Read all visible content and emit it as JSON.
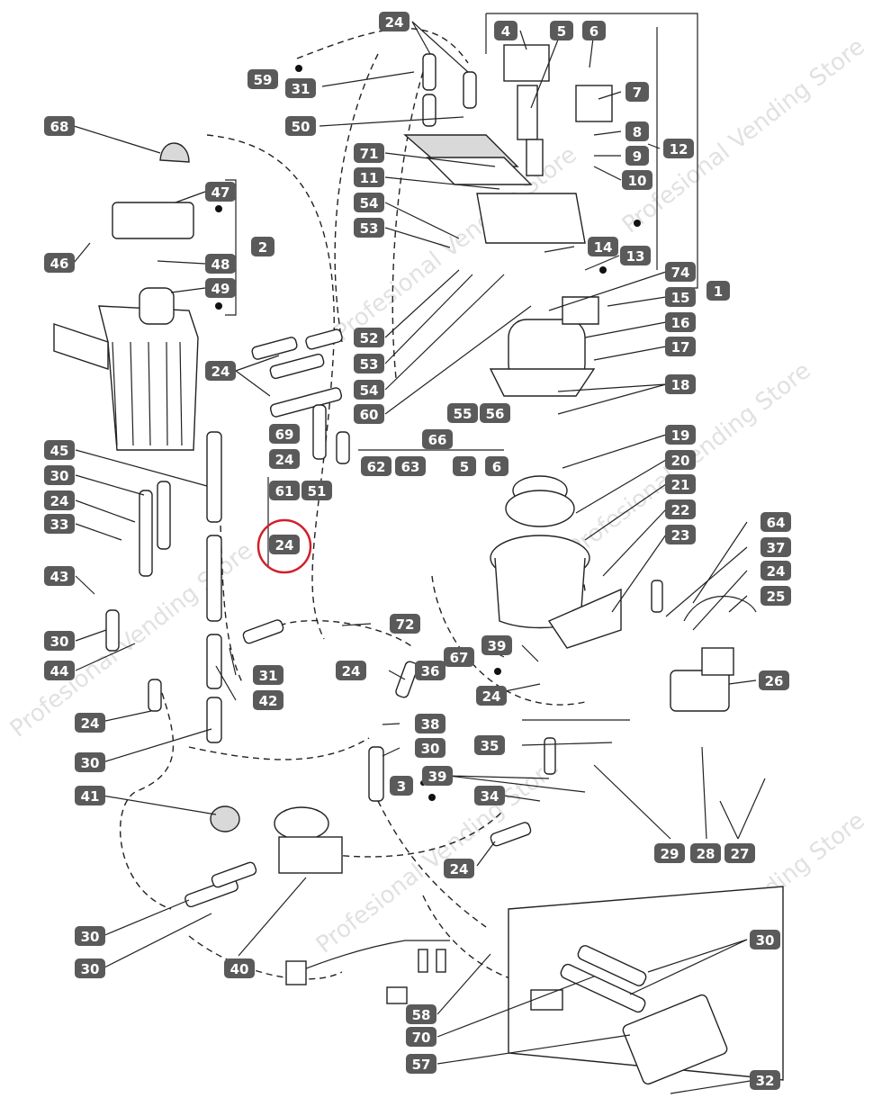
{
  "diagram": {
    "watermark": "Profesional Vending Store",
    "highlight_color": "#d0202a",
    "callouts": [
      {
        "label": "24"
      },
      {
        "label": "4"
      },
      {
        "label": "5"
      },
      {
        "label": "6"
      },
      {
        "label": "59"
      },
      {
        "label": "31"
      },
      {
        "label": "7"
      },
      {
        "label": "50"
      },
      {
        "label": "68"
      },
      {
        "label": "8"
      },
      {
        "label": "9"
      },
      {
        "label": "12"
      },
      {
        "label": "71"
      },
      {
        "label": "11"
      },
      {
        "label": "10"
      },
      {
        "label": "47"
      },
      {
        "label": "54"
      },
      {
        "label": "53"
      },
      {
        "label": "2"
      },
      {
        "label": "14"
      },
      {
        "label": "13"
      },
      {
        "label": "46"
      },
      {
        "label": "48"
      },
      {
        "label": "74"
      },
      {
        "label": "49"
      },
      {
        "label": "15"
      },
      {
        "label": "1"
      },
      {
        "label": "16"
      },
      {
        "label": "52"
      },
      {
        "label": "17"
      },
      {
        "label": "24"
      },
      {
        "label": "53"
      },
      {
        "label": "54"
      },
      {
        "label": "18"
      },
      {
        "label": "55"
      },
      {
        "label": "56"
      },
      {
        "label": "60"
      },
      {
        "label": "69"
      },
      {
        "label": "66"
      },
      {
        "label": "19"
      },
      {
        "label": "45"
      },
      {
        "label": "24"
      },
      {
        "label": "62"
      },
      {
        "label": "63"
      },
      {
        "label": "5"
      },
      {
        "label": "6"
      },
      {
        "label": "20"
      },
      {
        "label": "30"
      },
      {
        "label": "61"
      },
      {
        "label": "51"
      },
      {
        "label": "21"
      },
      {
        "label": "24"
      },
      {
        "label": "22"
      },
      {
        "label": "33"
      },
      {
        "label": "23"
      },
      {
        "label": "24"
      },
      {
        "label": "64"
      },
      {
        "label": "37"
      },
      {
        "label": "43"
      },
      {
        "label": "24"
      },
      {
        "label": "25"
      },
      {
        "label": "72"
      },
      {
        "label": "30"
      },
      {
        "label": "67"
      },
      {
        "label": "39"
      },
      {
        "label": "44"
      },
      {
        "label": "31"
      },
      {
        "label": "24"
      },
      {
        "label": "26"
      },
      {
        "label": "42"
      },
      {
        "label": "24"
      },
      {
        "label": "36"
      },
      {
        "label": "24"
      },
      {
        "label": "38"
      },
      {
        "label": "35"
      },
      {
        "label": "30"
      },
      {
        "label": "30"
      },
      {
        "label": "3"
      },
      {
        "label": "39"
      },
      {
        "label": "41"
      },
      {
        "label": "34"
      },
      {
        "label": "29"
      },
      {
        "label": "28"
      },
      {
        "label": "27"
      },
      {
        "label": "24"
      },
      {
        "label": "30"
      },
      {
        "label": "40"
      },
      {
        "label": "30"
      },
      {
        "label": "30"
      },
      {
        "label": "58"
      },
      {
        "label": "70"
      },
      {
        "label": "57"
      },
      {
        "label": "32"
      }
    ]
  }
}
